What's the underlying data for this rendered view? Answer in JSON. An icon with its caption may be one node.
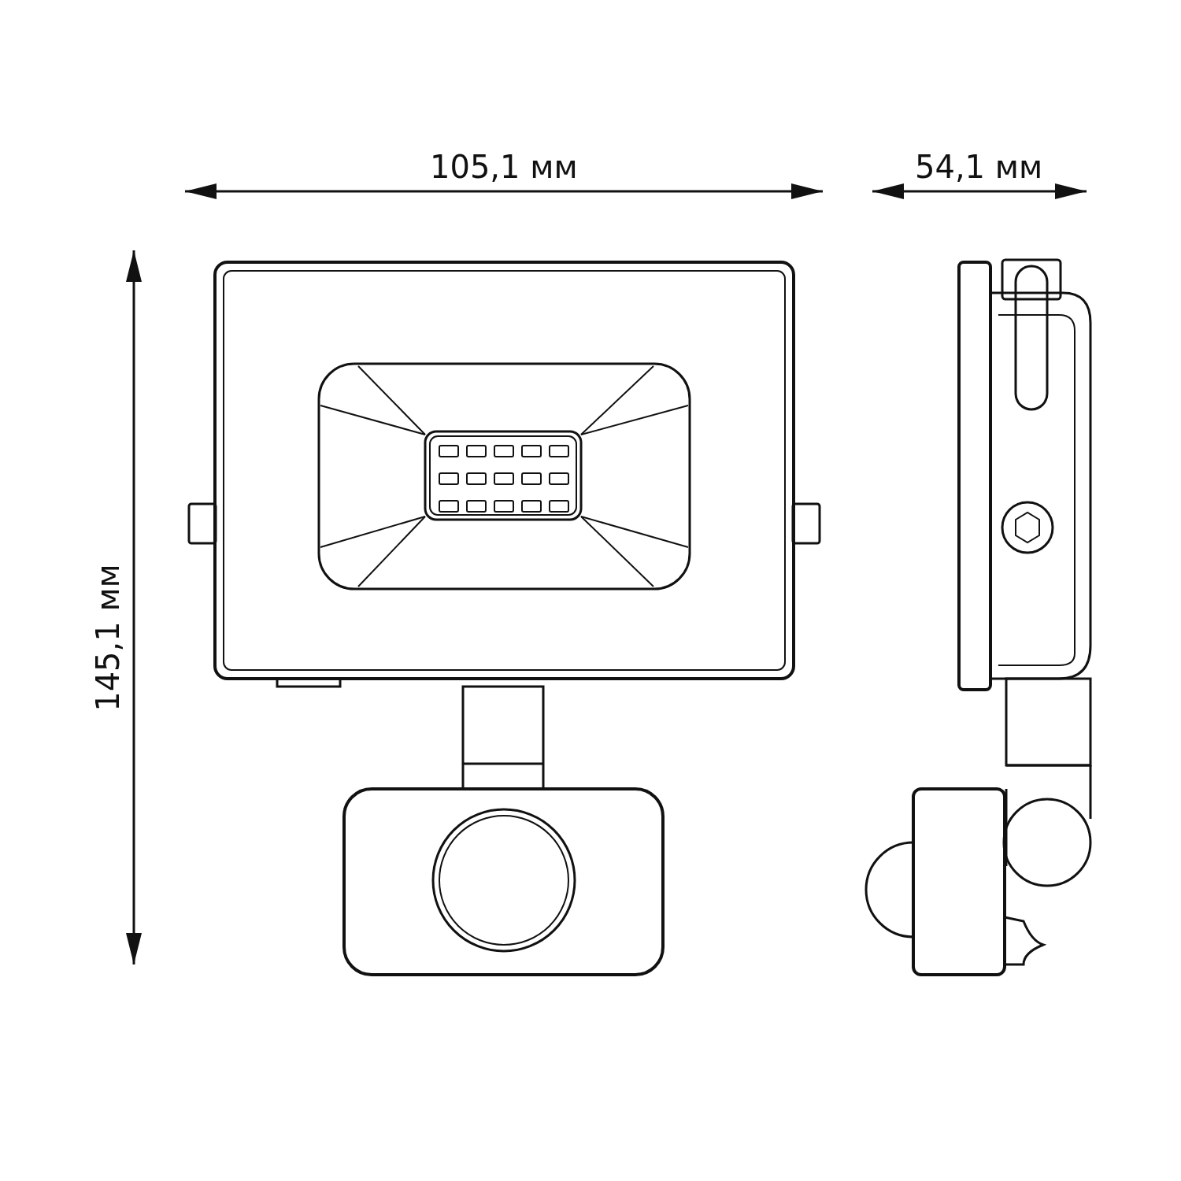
{
  "diagram": {
    "labels": [
      "105,1 мм",
      "54,1 мм",
      "145,1 мм"
    ]
  }
}
